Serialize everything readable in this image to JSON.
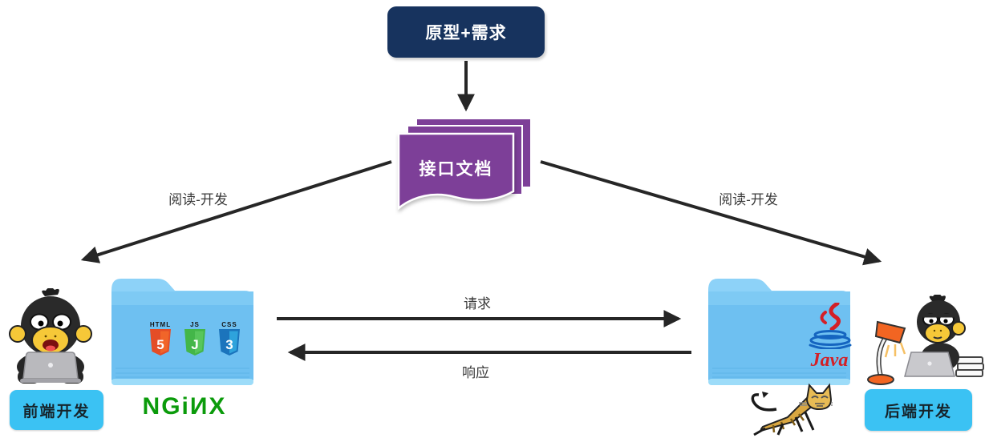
{
  "diagram": {
    "prototype_box": {
      "label": "原型+需求",
      "bg": "#17335e"
    },
    "doc_stack": {
      "label": "接口文档",
      "color": "#7d3f98"
    },
    "left_flow_label": "阅读-开发",
    "right_flow_label": "阅读-开发",
    "request_label": "请求",
    "response_label": "响应",
    "frontend": {
      "role_label": "前端开发",
      "server_logo": "NGiИX",
      "tech_badges": [
        {
          "label": "HTML",
          "glyph": "5",
          "color": "#e44d26"
        },
        {
          "label": "JS",
          "glyph": "J",
          "color": "#43b649"
        },
        {
          "label": "CSS",
          "glyph": "3",
          "color": "#1b74bc"
        }
      ]
    },
    "backend": {
      "role_label": "后端开发",
      "language_logo": "Java"
    },
    "colors": {
      "navy": "#17335e",
      "purple": "#7d3f98",
      "folder_blue": "#6ec0f1",
      "role_label_blue": "#3bc2f3",
      "nginx_green": "#0b9b0b",
      "java_red": "#d32027",
      "java_blue": "#1565c0",
      "arrow": "#262626"
    }
  }
}
